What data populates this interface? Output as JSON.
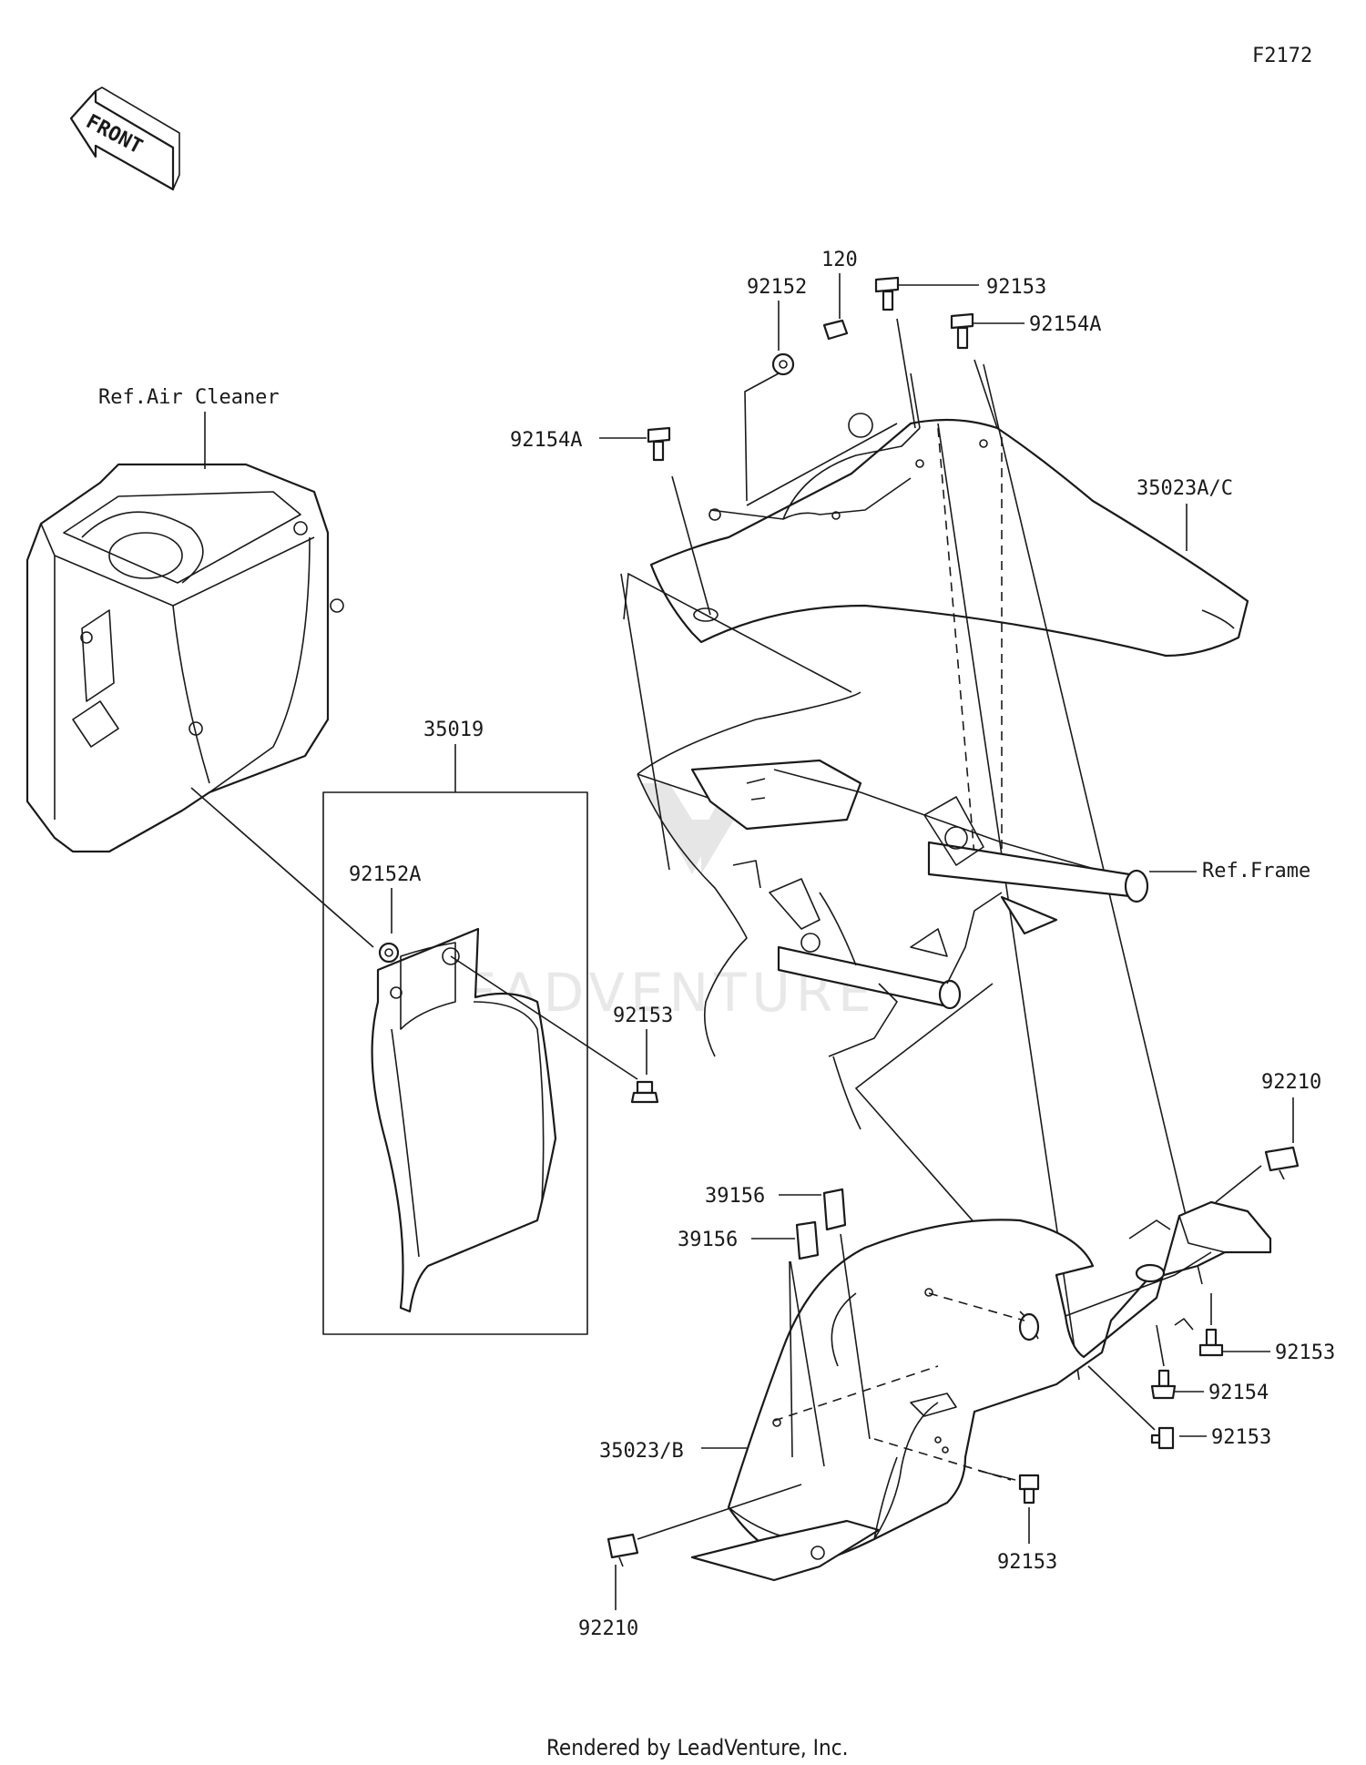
{
  "figure_code": "F2172",
  "front_label": "FRONT",
  "watermark": "LEADVENTURE",
  "footer": "Rendered by LeadVenture, Inc.",
  "labels": {
    "ref_air_cleaner": "Ref.Air Cleaner",
    "ref_frame": "Ref.Frame",
    "p120": "120",
    "p92152_top": "92152",
    "p92153_top": "92153",
    "p92154A_top": "92154A",
    "p92154A_left": "92154A",
    "p35023AC": "35023A/C",
    "p35019": "35019",
    "p92152A": "92152A",
    "p92153_guard": "92153",
    "p92210_right": "92210",
    "p39156_a": "39156",
    "p39156_b": "39156",
    "p92153_r1": "92153",
    "p92154_r": "92154",
    "p92153_r2": "92153",
    "p35023B": "35023/B",
    "p92153_bottom": "92153",
    "p92210_bottom": "92210"
  }
}
